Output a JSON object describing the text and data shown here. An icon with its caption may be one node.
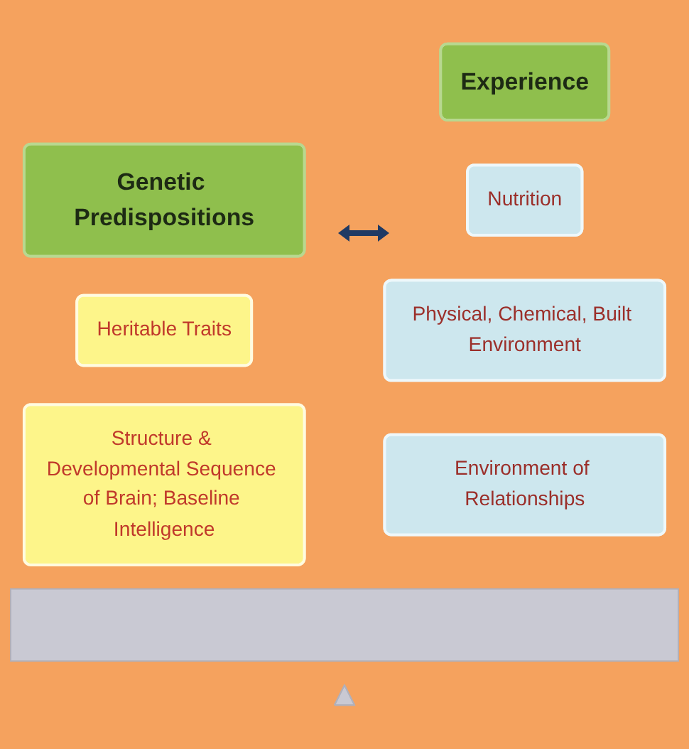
{
  "diagram": {
    "nodes": [
      {
        "text": [
          "Genetic Predispositions"
        ]
      },
      {
        "text": [
          "Experience"
        ]
      },
      {
        "text": [
          "Heritable Traits"
        ]
      },
      {
        "text": [
          "Structure & Developmental Sequence of Brain; Baseline Intelligence"
        ]
      },
      {
        "text": [
          "Nutrition"
        ]
      },
      {
        "text": [
          "Physical, Chemical, Built Environment"
        ]
      },
      {
        "text": [
          "Environment of Relationships"
        ]
      },
      {
        "text": [],
        "shape": "bar"
      },
      {
        "text": [],
        "shape": "triangle"
      }
    ],
    "edges": []
  }
}
